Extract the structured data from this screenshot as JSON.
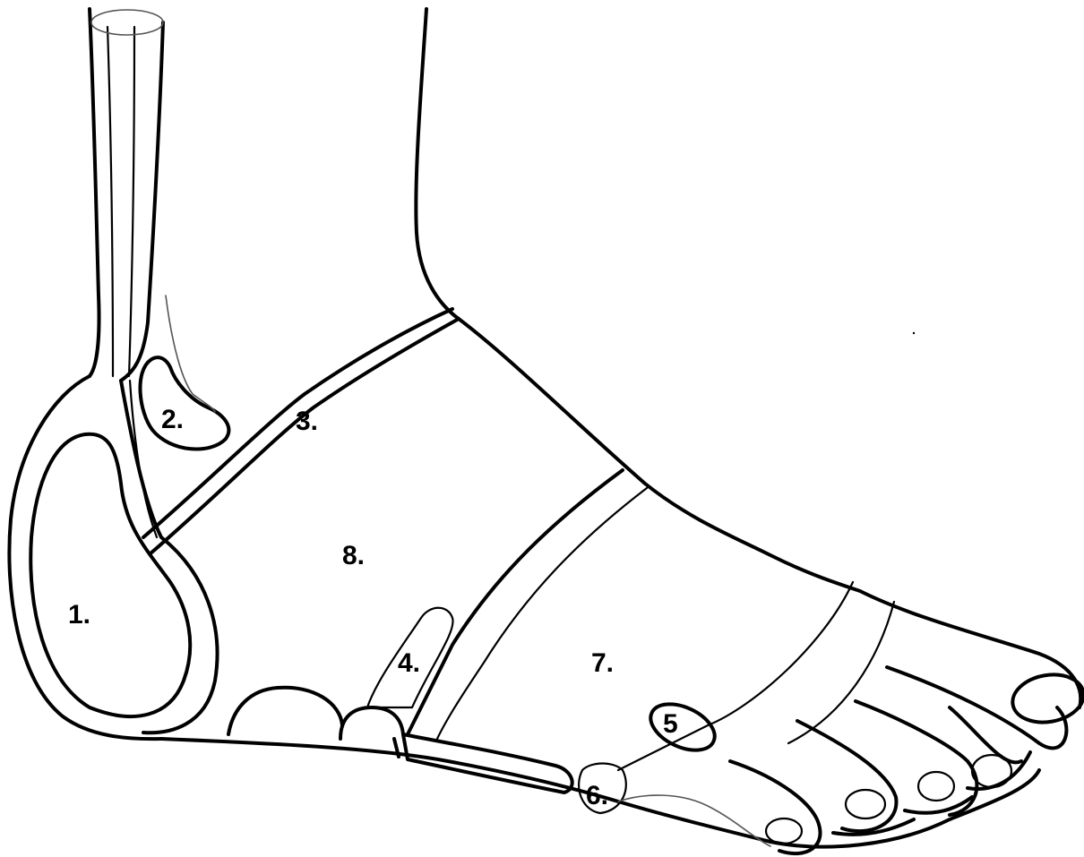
{
  "labels": {
    "l1": "1.",
    "l2": "2.",
    "l3": "3.",
    "l4": "4.",
    "l5": "5",
    "l6": "6.",
    "l7": "7.",
    "l8": "8."
  },
  "colors": {
    "line": "#000000",
    "background": "#ffffff"
  }
}
